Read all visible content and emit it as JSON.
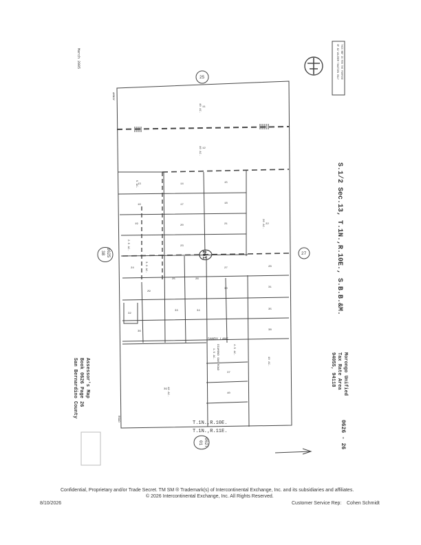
{
  "map": {
    "date": "March 2005",
    "title": "S.1/2 Sec.13, T.1N.,R.10E., S.B.B.&M.",
    "district_line1": "Morongo Unified",
    "district_line2": "Tax Rate Area",
    "district_line3": "94055, 94118",
    "map_number": "0626 - 26",
    "book_line1": "Assessor's Map",
    "book_line2": "Book 0626 Page 26",
    "book_line3": "San Bernardino County",
    "township_north": "T.1N.,R.10E.",
    "township_south": "T.1N.,R.11E.",
    "road_amboy": "AMBOY",
    "road_sandy_lane": "SANDY LANE",
    "road_oak": "DIAMOND OAK ROAD",
    "road_bottom": "ROAD",
    "route_label": "261",
    "ref_top": "25",
    "ref_left_a": "0625",
    "ref_left_b": "38",
    "ref_right": "27",
    "ref_bottom_a": "0627",
    "ref_bottom_b": "01",
    "acreage_1": "40 AC.",
    "acreage_2": "40 AC.",
    "acreage_3": "20 AC.",
    "acreage_4": "10 AC.",
    "acreage_5": "10 AC.",
    "acreage_6": "5 AC.",
    "acreage_7": "2.5 AC.",
    "acreage_8": "1.5 AC.",
    "acreage_9": "3.3 AC.",
    "acreage_10": "4.5 AC.",
    "parcel_1": "11",
    "parcel_2": "12",
    "parcel_3": "13",
    "parcel_4": "14",
    "parcel_5": "15",
    "parcel_6": "16",
    "parcel_7": "17",
    "parcel_8": "18",
    "parcel_9": "19",
    "parcel_10": "20",
    "parcel_11": "21",
    "parcel_12": "22",
    "parcel_13": "23",
    "parcel_14": "24",
    "parcel_15": "25",
    "parcel_16": "26",
    "parcel_17": "27",
    "parcel_18": "28",
    "parcel_19": "29",
    "parcel_20": "30",
    "parcel_21": "31",
    "parcel_22": "32",
    "parcel_23": "33",
    "parcel_24": "34",
    "parcel_25": "35",
    "parcel_26": "36",
    "parcel_27": "37",
    "parcel_28": "38",
    "parcel_29": "39",
    "parcel_30": "40",
    "stamp_line1": "THIS MAP IS FOR THE PURPOSE",
    "stamp_line2": "OF AD VALOREM TAXATION ONLY"
  },
  "footer": {
    "line1": "Confidential, Proprietary and/or Trade Secret.  TM SM ® Trademark(s) of Intercontinental Exchange, Inc. and its subsidiaries and affiliates.",
    "line2": "© 2026 Intercontinental Exchange, Inc. All Rights Reserved.",
    "date": "8/10/2026",
    "rep_label": "Customer Service Rep:",
    "rep_name": "Cohen Schmidt"
  }
}
